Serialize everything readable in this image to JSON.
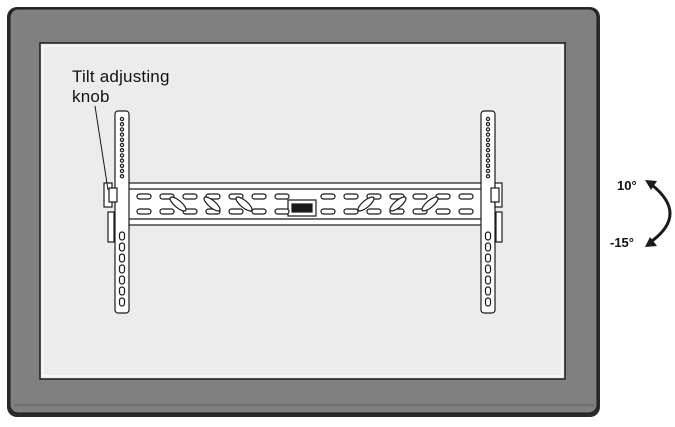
{
  "labels": {
    "knob": "Tilt adjusting\nknob",
    "tilt_up": "10°",
    "tilt_down": "-15°"
  },
  "colors": {
    "tv_frame": "#808080",
    "tv_frame_edge": "#2b2b2b",
    "screen": "#ececec",
    "line": "#1a1a1a"
  },
  "icons": {
    "tilt_arrow": "curved-double-arrow-icon"
  }
}
